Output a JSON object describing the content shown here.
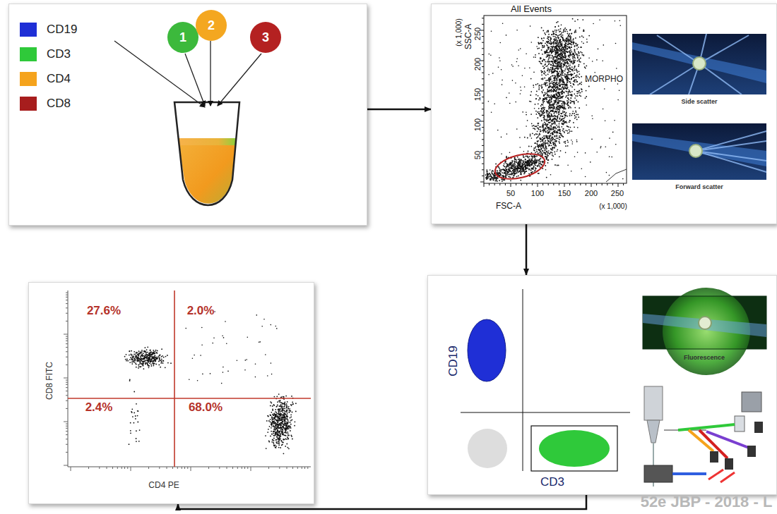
{
  "diagram": {
    "nodes": [
      {
        "text": []
      },
      {
        "text": [
          "1"
        ],
        "in": 0
      },
      {
        "text": [
          "2"
        ],
        "in": 0
      },
      {
        "text": [
          "3"
        ],
        "in": 0
      },
      {
        "text": []
      },
      {
        "text": []
      },
      {
        "text": []
      }
    ],
    "edges": [
      {
        "from": 0,
        "to": 4,
        "arrow": "to"
      },
      {
        "from": 4,
        "to": 5,
        "arrow": "to"
      },
      {
        "from": 5,
        "to": 6,
        "arrow": "to"
      }
    ],
    "labels": [
      "All Events",
      "SSC-A",
      "(x 1,000)",
      "250",
      "200",
      "150",
      "100",
      "50",
      "50",
      "100",
      "150",
      "200",
      "250",
      "FSC-A",
      "(x 1,000)",
      "MORPHO",
      "Side scatter",
      "Forward scatter",
      "CD19",
      "CD3",
      "Fluorescence",
      "27.6%",
      "2.0%",
      "2.4%",
      "68.0%",
      "CD8 FITC",
      "CD4 PE",
      "52e JBP - 2018 - L"
    ],
    "legend": [
      {
        "text": "CD19",
        "color": "#1f2fd6"
      },
      {
        "text": "CD3",
        "color": "#2fc93a"
      },
      {
        "text": "CD4",
        "color": "#f5a31c"
      },
      {
        "text": "CD8",
        "color": "#a71d1d"
      }
    ]
  }
}
